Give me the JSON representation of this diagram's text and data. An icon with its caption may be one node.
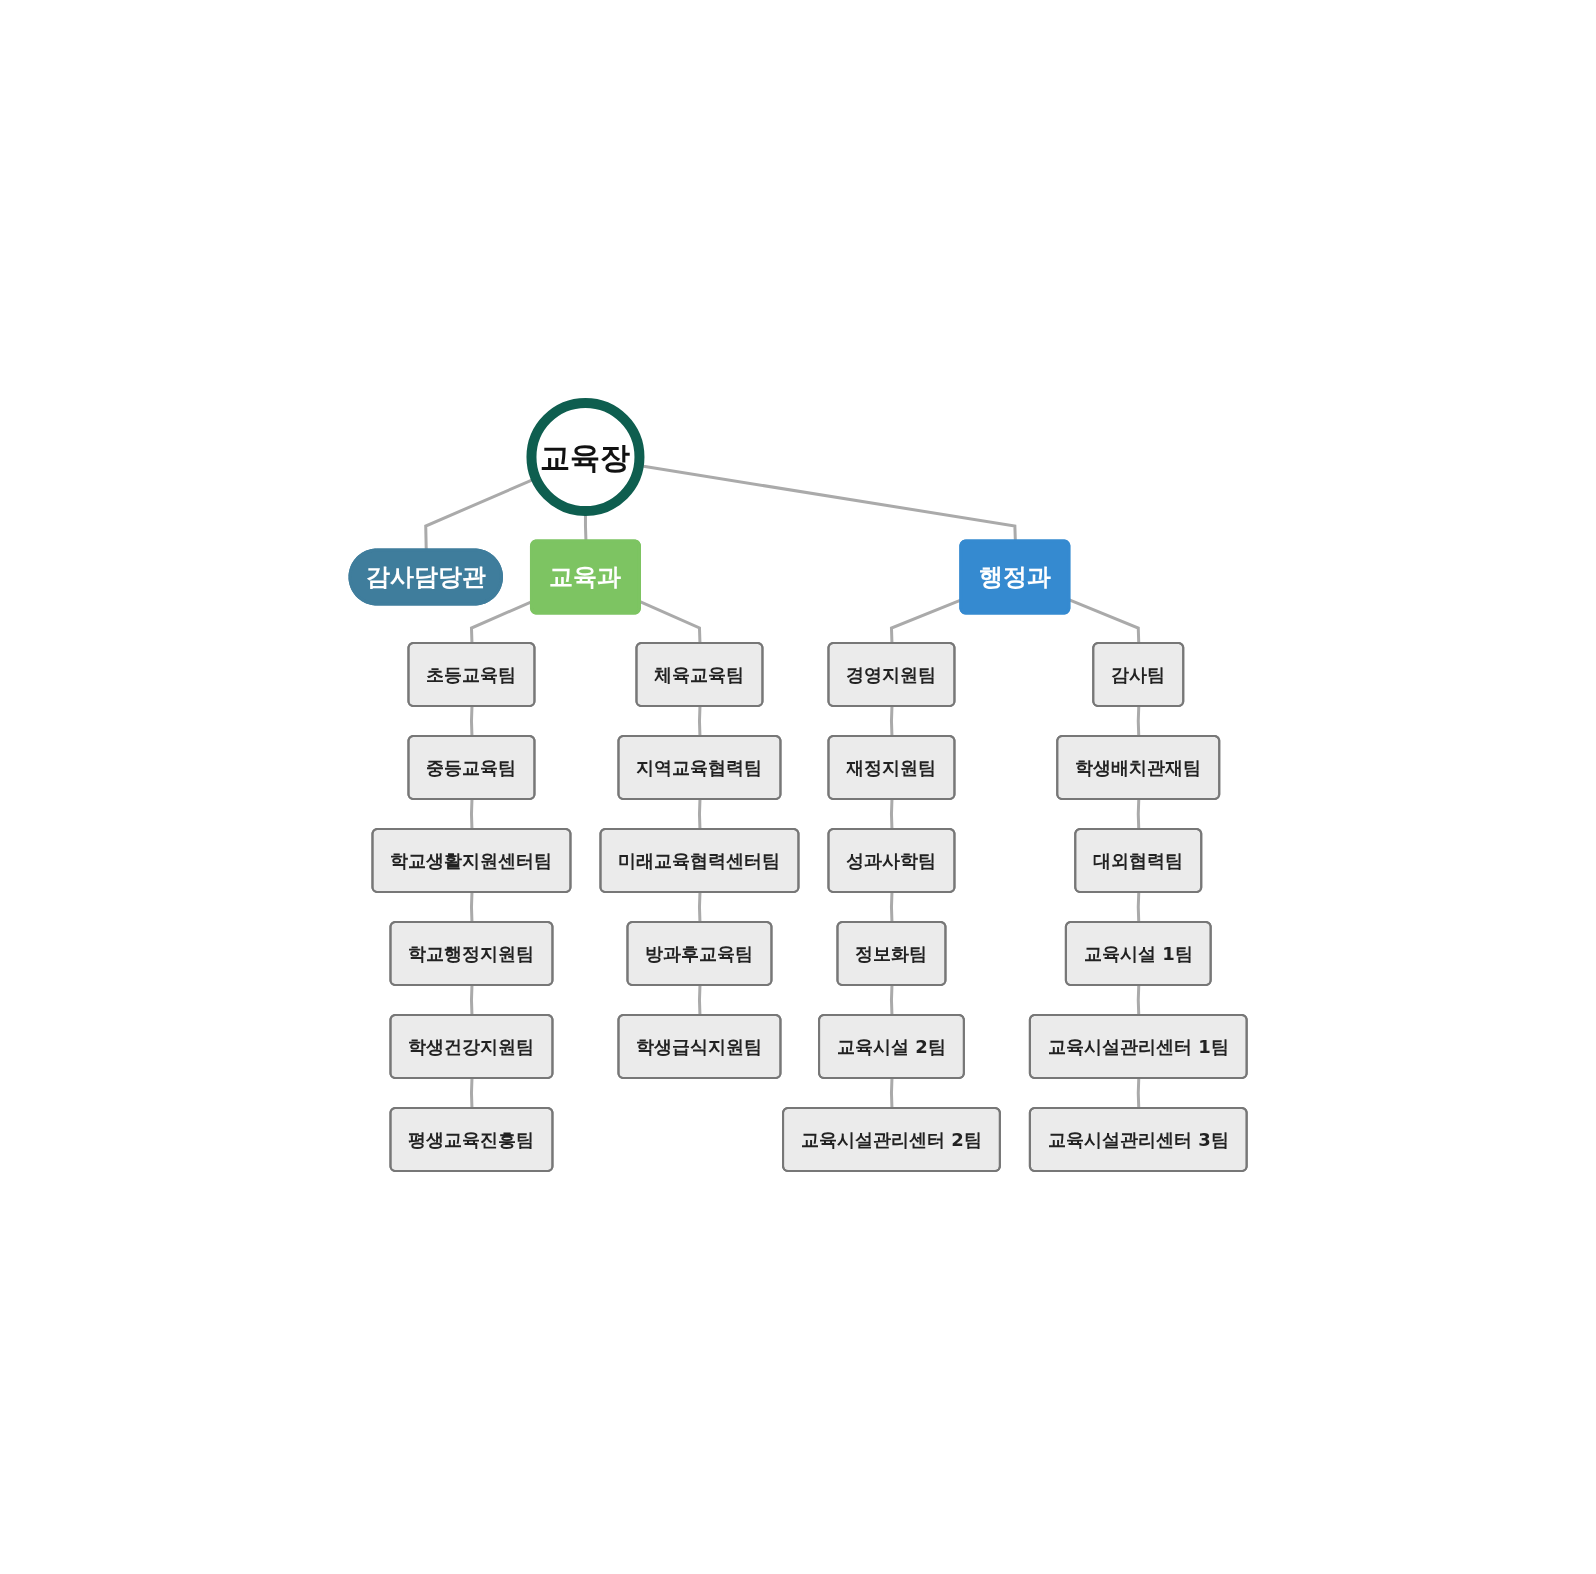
{
  "diagram": {
    "nodes": [
      {
        "text": [
          "교육장"
        ]
      },
      {
        "text": [
          "감사담당관"
        ]
      },
      {
        "text": [
          "교육과"
        ]
      },
      {
        "text": [
          "행정과"
        ]
      },
      {
        "text": [
          "초등교육팀"
        ]
      },
      {
        "text": [
          "중등교육팀"
        ]
      },
      {
        "text": [
          "학교생활지원센터팀"
        ]
      },
      {
        "text": [
          "학교행정지원팀"
        ]
      },
      {
        "text": [
          "학생건강지원팀"
        ]
      },
      {
        "text": [
          "평생교육진흥팀"
        ]
      },
      {
        "text": [
          "체육교육팀"
        ]
      },
      {
        "text": [
          "지역교육협력팀"
        ]
      },
      {
        "text": [
          "미래교육협력센터팀"
        ]
      },
      {
        "text": [
          "방과후교육팀"
        ]
      },
      {
        "text": [
          "학생급식지원팀"
        ]
      },
      {
        "text": [
          "경영지원팀"
        ]
      },
      {
        "text": [
          "재정지원팀"
        ]
      },
      {
        "text": [
          "성과사학팀"
        ]
      },
      {
        "text": [
          "정보화팀"
        ]
      },
      {
        "text": [
          "교육시설 2팀"
        ]
      },
      {
        "text": [
          "교육시설관리센터 2팀"
        ]
      },
      {
        "text": [
          "감사팀"
        ]
      },
      {
        "text": [
          "학생배치관재팀"
        ]
      },
      {
        "text": [
          "대외협력팀"
        ]
      },
      {
        "text": [
          "교육시설 1팀"
        ]
      },
      {
        "text": [
          "교육시설관리센터 1팀"
        ]
      },
      {
        "text": [
          "교육시설관리센터 3팀"
        ]
      }
    ],
    "edges": [
      {
        "from": 0,
        "to": 1,
        "arrow": "none"
      },
      {
        "from": 0,
        "to": 2,
        "arrow": "none"
      },
      {
        "from": 0,
        "to": 3,
        "arrow": "none"
      },
      {
        "from": 2,
        "to": 4,
        "arrow": "none"
      },
      {
        "from": 4,
        "to": 5,
        "arrow": "none"
      },
      {
        "from": 5,
        "to": 6,
        "arrow": "none"
      },
      {
        "from": 6,
        "to": 7,
        "arrow": "none"
      },
      {
        "from": 7,
        "to": 8,
        "arrow": "none"
      },
      {
        "from": 8,
        "to": 9,
        "arrow": "none"
      },
      {
        "from": 2,
        "to": 10,
        "arrow": "none"
      },
      {
        "from": 10,
        "to": 11,
        "arrow": "none"
      },
      {
        "from": 11,
        "to": 12,
        "arrow": "none"
      },
      {
        "from": 12,
        "to": 13,
        "arrow": "none"
      },
      {
        "from": 13,
        "to": 14,
        "arrow": "none"
      },
      {
        "from": 3,
        "to": 15,
        "arrow": "none"
      },
      {
        "from": 15,
        "to": 16,
        "arrow": "none"
      },
      {
        "from": 16,
        "to": 17,
        "arrow": "none"
      },
      {
        "from": 17,
        "to": 18,
        "arrow": "none"
      },
      {
        "from": 18,
        "to": 19,
        "arrow": "none"
      },
      {
        "from": 19,
        "to": 20,
        "arrow": "none"
      },
      {
        "from": 3,
        "to": 21,
        "arrow": "none"
      },
      {
        "from": 21,
        "to": 22,
        "arrow": "none"
      },
      {
        "from": 22,
        "to": 23,
        "arrow": "none"
      },
      {
        "from": 23,
        "to": 24,
        "arrow": "none"
      },
      {
        "from": 24,
        "to": 25,
        "arrow": "none"
      },
      {
        "from": 25,
        "to": 26,
        "arrow": "none"
      }
    ]
  }
}
